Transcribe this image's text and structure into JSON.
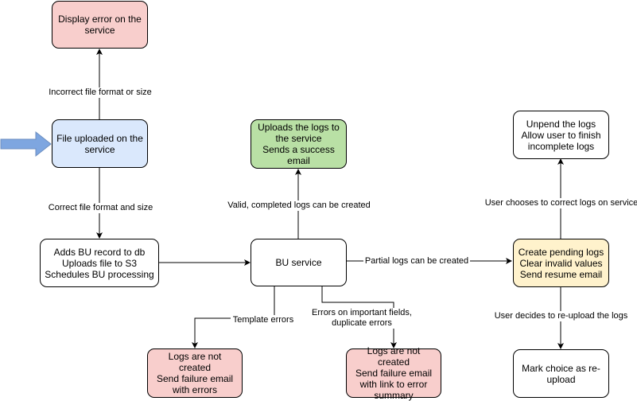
{
  "colors": {
    "red": "#f8cecc",
    "blue": "#dae8fc",
    "green": "#b9e0a5",
    "yellow": "#fff2cc",
    "white": "#ffffff",
    "entry_arrow": "#7ea6e0"
  },
  "nodes": {
    "display_error": "Display error on the\nservice",
    "file_uploaded": "File uploaded on the\nservice",
    "uploads_logs": "Uploads the logs to\nthe service\nSends a success\nemail",
    "unpend_logs": "Unpend the logs\nAllow user to finish\nincomplete logs",
    "adds_bu": "Adds BU record to db\nUploads file to S3\nSchedules BU processing",
    "bu_service": "BU service",
    "create_pending": "Create pending logs\nClear invalid values\nSend resume email",
    "not_created_errors": "Logs are not created\nSend failure email\nwith errors",
    "not_created_summary": "Logs are not created\nSend failure email\nwith link to error\nsummary",
    "mark_choice": "Mark choice as re-\nupload"
  },
  "edges": {
    "incorrect_format": "Incorrect file format or size",
    "correct_format": "Correct file format and size",
    "valid_completed": "Valid, completed logs can be created",
    "partial_logs": "Partial logs can be created",
    "user_corrects": "User chooses to correct logs on service",
    "user_reuploads": "User decides to re-upload the logs",
    "template_errors": "Template errors",
    "important_fields": "Errors on important fields,\nduplicate errors"
  }
}
